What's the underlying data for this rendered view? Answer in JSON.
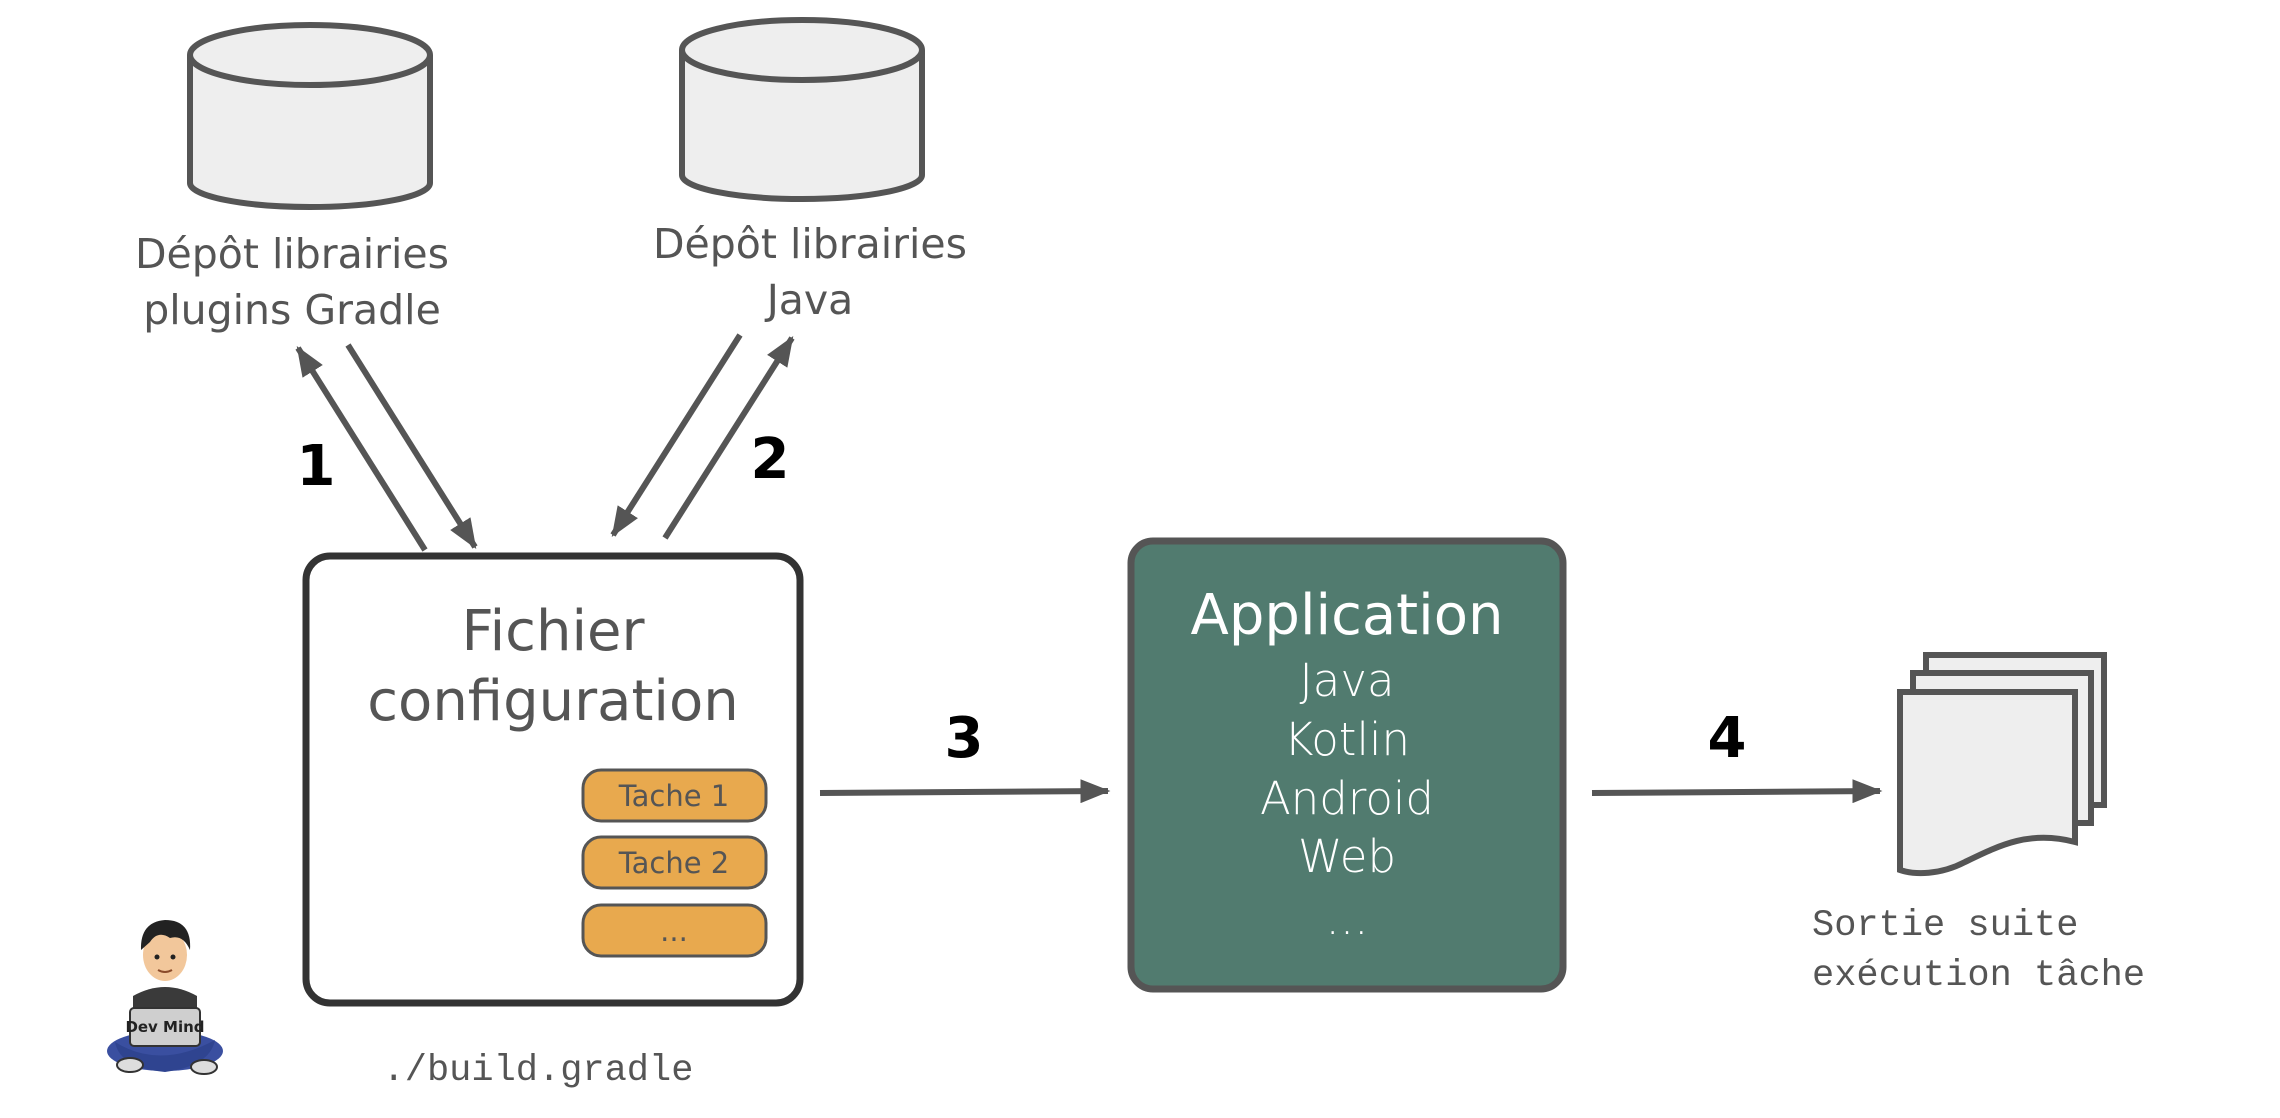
{
  "colors": {
    "stroke": "#555555",
    "shape_fill": "#eeeeee",
    "app_fill": "#517b6f",
    "task_fill": "#e8a94e"
  },
  "repos": [
    {
      "line1": "Dépôt librairies",
      "line2": "plugins Gradle"
    },
    {
      "line1": "Dépôt librairies",
      "line2": "Java"
    }
  ],
  "steps": [
    "1",
    "2",
    "3",
    "4"
  ],
  "config": {
    "title_line1": "Fichier",
    "title_line2": "configuration",
    "tasks": [
      "Tache 1",
      "Tache 2",
      "..."
    ],
    "file_name": "./build.gradle"
  },
  "application": {
    "title": "Application",
    "items": [
      "Java",
      "Kotlin",
      "Android",
      "Web",
      "..."
    ]
  },
  "output": {
    "line1": "Sortie suite",
    "line2": "exécution tâche"
  },
  "mascot": {
    "shirt_text": "Dev Mind"
  }
}
